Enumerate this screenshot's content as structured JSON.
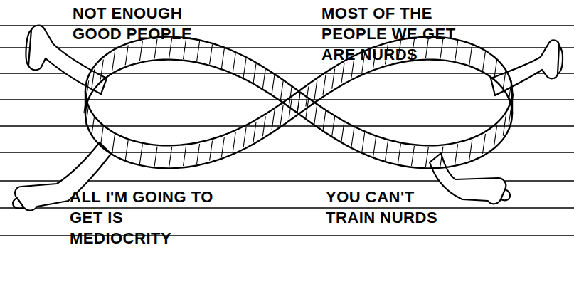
{
  "diagram": {
    "labels": [
      "NOT ENOUGH GOOD PEOPLE",
      "MOST OF THE PEOPLE WE GET ARE NURDS",
      "ALL I'M GOING TO GET IS MEDIOCRITY",
      "YOU CAN'T TRAIN NURDS"
    ]
  }
}
